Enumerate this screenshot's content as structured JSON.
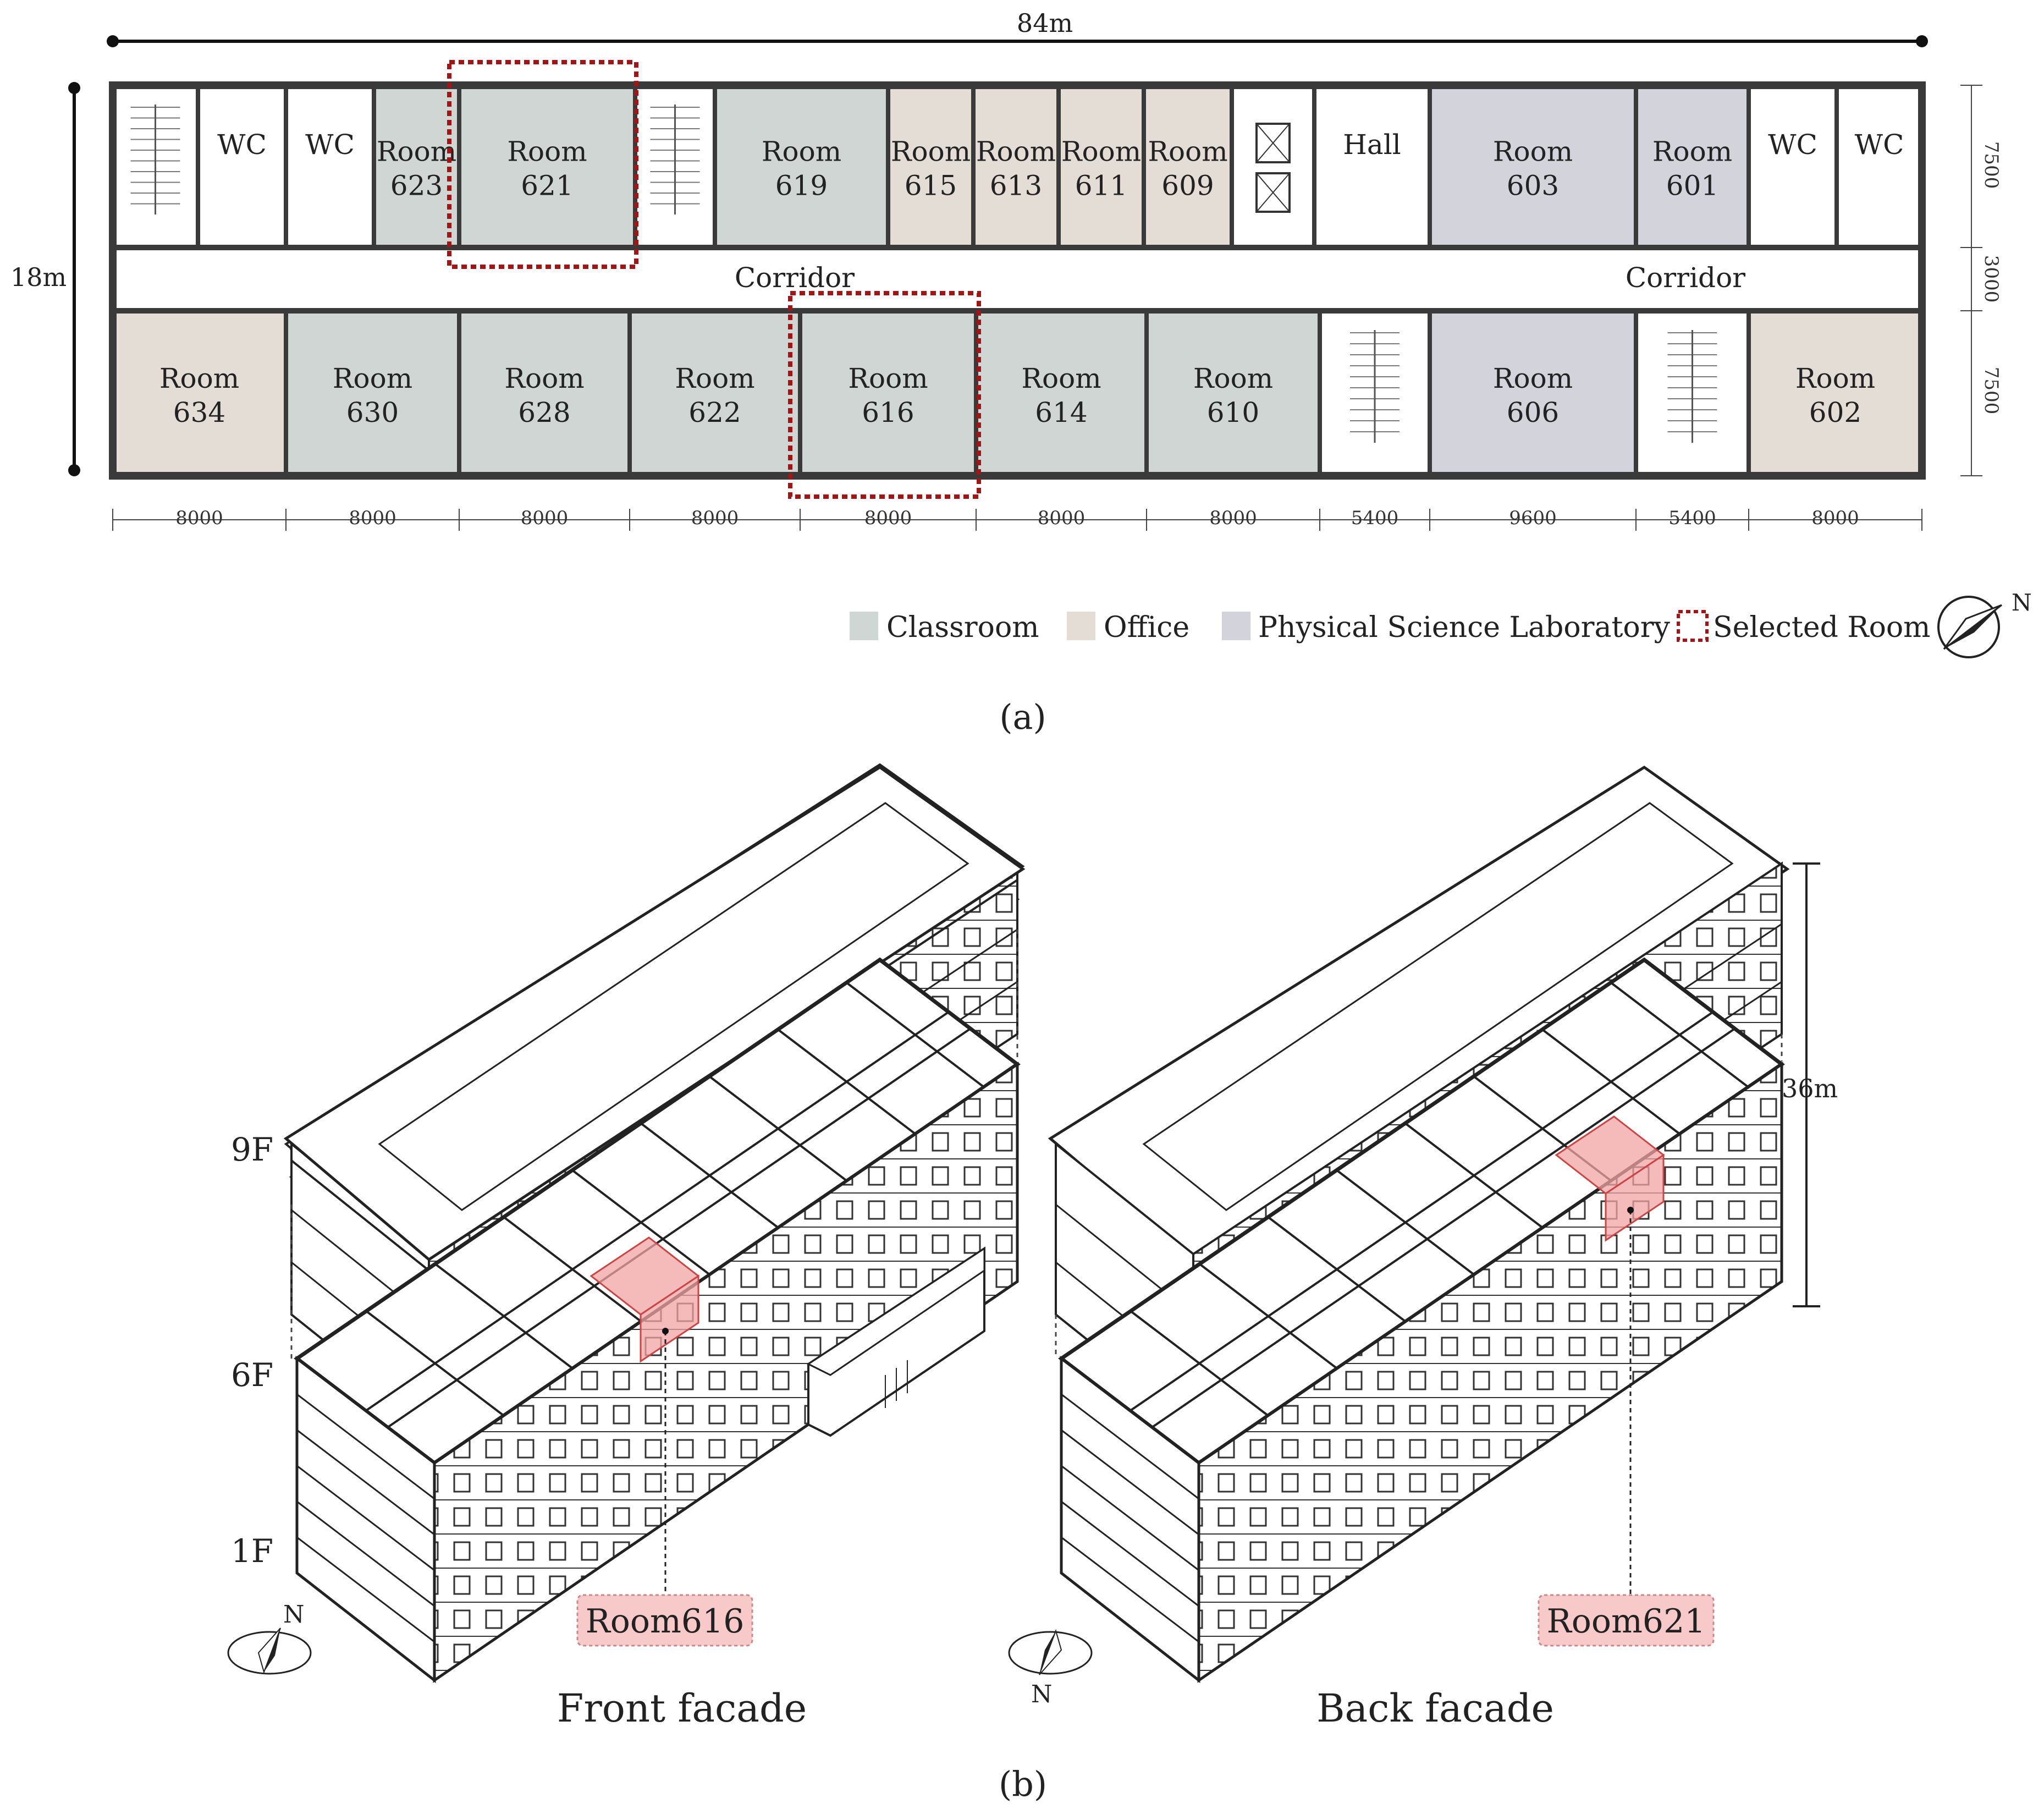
{
  "colors": {
    "classroom": "#CFD6D4",
    "office": "#E3DDD6",
    "lab": "#D3D3DC",
    "wall": "#3A3A3A",
    "selected_outline": "#A31515",
    "highlight": "#F2A3A3"
  },
  "plan": {
    "overall_length": "84m",
    "overall_width": "18m",
    "right_dims": [
      "7500",
      "3000",
      "7500"
    ],
    "corridor_labels": [
      "Corridor",
      "Corridor"
    ],
    "hall_label": "Hall",
    "top_rooms": [
      {
        "line1": "",
        "line2": "",
        "type": "stair"
      },
      {
        "line1": "WC",
        "line2": "",
        "type": "wc"
      },
      {
        "line1": "WC",
        "line2": "",
        "type": "wc"
      },
      {
        "line1": "Room",
        "line2": "623",
        "type": "classroom"
      },
      {
        "line1": "Room",
        "line2": "621",
        "type": "classroom",
        "selected": true
      },
      {
        "line1": "",
        "line2": "",
        "type": "stair"
      },
      {
        "line1": "Room",
        "line2": "619",
        "type": "classroom"
      },
      {
        "line1": "Room",
        "line2": "615",
        "type": "office"
      },
      {
        "line1": "Room",
        "line2": "613",
        "type": "office"
      },
      {
        "line1": "Room",
        "line2": "611",
        "type": "office"
      },
      {
        "line1": "Room",
        "line2": "609",
        "type": "office"
      },
      {
        "line1": "",
        "line2": "",
        "type": "elevator"
      },
      {
        "line1": "Hall",
        "line2": "",
        "type": "hall"
      },
      {
        "line1": "Room",
        "line2": "603",
        "type": "lab"
      },
      {
        "line1": "Room",
        "line2": "601",
        "type": "lab"
      },
      {
        "line1": "WC",
        "line2": "",
        "type": "wc"
      },
      {
        "line1": "WC",
        "line2": "",
        "type": "wc"
      }
    ],
    "bottom_rooms": [
      {
        "line1": "Room",
        "line2": "634",
        "type": "office"
      },
      {
        "line1": "Room",
        "line2": "630",
        "type": "classroom"
      },
      {
        "line1": "Room",
        "line2": "628",
        "type": "classroom"
      },
      {
        "line1": "Room",
        "line2": "622",
        "type": "classroom"
      },
      {
        "line1": "Room",
        "line2": "616",
        "type": "classroom",
        "selected": true
      },
      {
        "line1": "Room",
        "line2": "614",
        "type": "classroom"
      },
      {
        "line1": "Room",
        "line2": "610",
        "type": "classroom"
      },
      {
        "line1": "",
        "line2": "",
        "type": "stair"
      },
      {
        "line1": "Room",
        "line2": "606",
        "type": "lab"
      },
      {
        "line1": "",
        "line2": "",
        "type": "stair"
      },
      {
        "line1": "Room",
        "line2": "602",
        "type": "office"
      }
    ],
    "bottom_dims": [
      "8000",
      "8000",
      "8000",
      "8000",
      "8000",
      "8000",
      "8000",
      "5400",
      "9600",
      "5400",
      "8000"
    ]
  },
  "legend": {
    "classroom": "Classroom",
    "office": "Office",
    "lab": "Physical Science Laboratory",
    "selected": "Selected Room",
    "north": "N"
  },
  "captions": {
    "a": "(a)",
    "b": "(b)"
  },
  "facades": {
    "front": {
      "title": "Front facade",
      "callout": "Room616",
      "north": "N"
    },
    "back": {
      "title": "Back facade",
      "callout": "Room621",
      "north": "N"
    },
    "floor_labels": [
      "9F",
      "6F",
      "1F"
    ],
    "height": "36m"
  }
}
